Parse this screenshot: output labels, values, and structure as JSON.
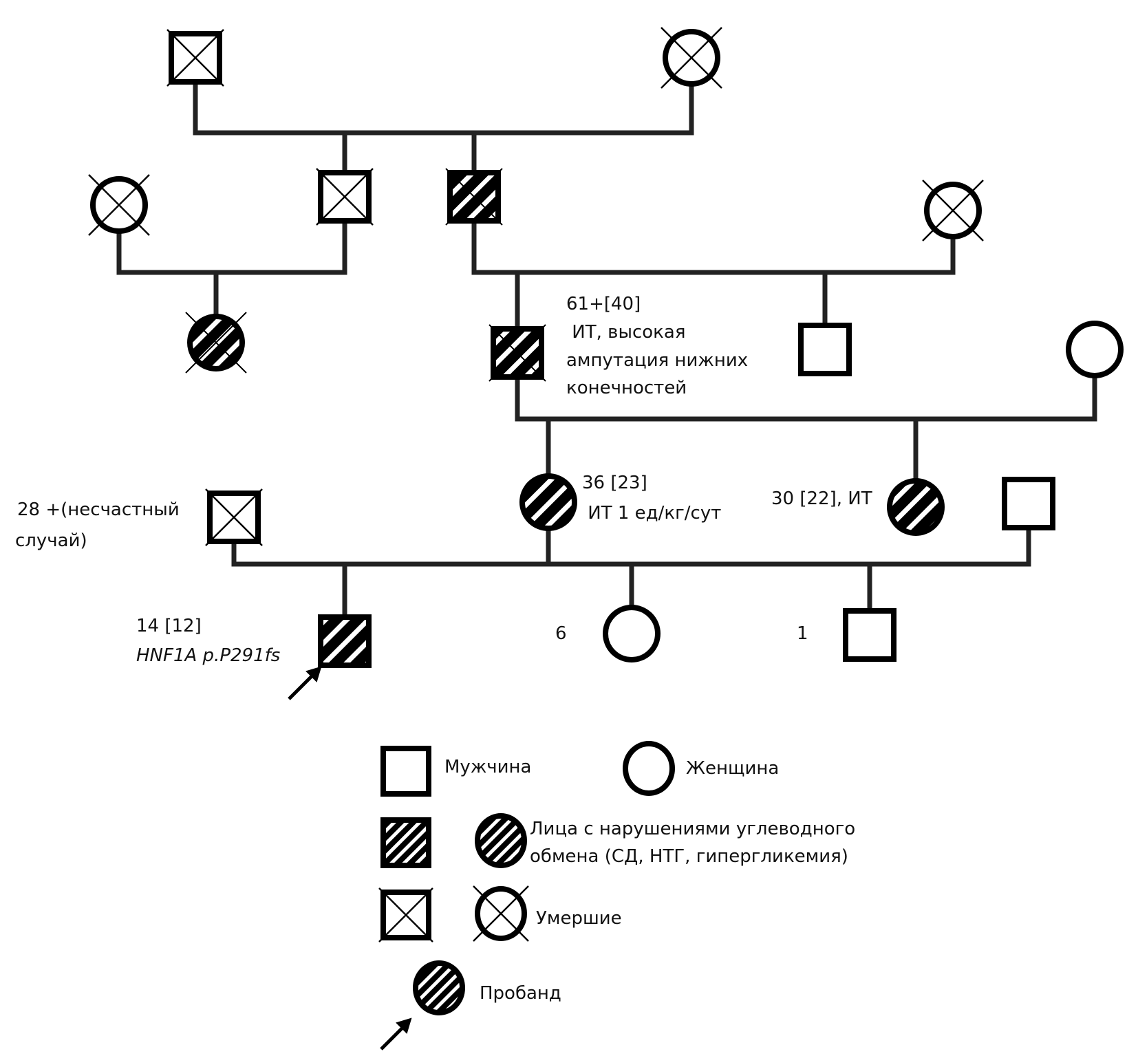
{
  "colors": {
    "line": "#000000",
    "connector": "#333333",
    "background": "#ffffff"
  },
  "individuals": [
    {
      "id": "g1_male",
      "sex": "male",
      "deceased": true,
      "affected": false,
      "label": []
    },
    {
      "id": "g1_female",
      "sex": "female",
      "deceased": true,
      "affected": false,
      "label": []
    },
    {
      "id": "g2_female_left",
      "sex": "female",
      "deceased": true,
      "affected": false,
      "label": []
    },
    {
      "id": "g2_male_left",
      "sex": "male",
      "deceased": true,
      "affected": false,
      "label": []
    },
    {
      "id": "g2_male_affected",
      "sex": "male",
      "deceased": true,
      "affected": true,
      "label": []
    },
    {
      "id": "g2_female_right",
      "sex": "female",
      "deceased": true,
      "affected": false,
      "label": []
    },
    {
      "id": "g3_female_affected",
      "sex": "female",
      "deceased": true,
      "affected": true,
      "label": []
    },
    {
      "id": "g3_male_affected",
      "sex": "male",
      "deceased": true,
      "affected": true,
      "label": [
        "61+[40]",
        " ИТ, высокая",
        "ампутация нижних",
        "конечностей"
      ]
    },
    {
      "id": "g3_male",
      "sex": "male",
      "deceased": false,
      "affected": false,
      "label": []
    },
    {
      "id": "g3_female_spouse",
      "sex": "female",
      "deceased": false,
      "affected": false,
      "label": []
    },
    {
      "id": "g4_male_spouse1",
      "sex": "male",
      "deceased": true,
      "affected": false,
      "label": [
        "28 +(несчастный",
        "случай)"
      ]
    },
    {
      "id": "g4_mother",
      "sex": "female",
      "deceased": false,
      "affected": true,
      "label": [
        "36 [23]",
        " ИТ 1 ед/кг/сут"
      ]
    },
    {
      "id": "g4_aunt",
      "sex": "female",
      "deceased": false,
      "affected": true,
      "label": [
        "30 [22], ИТ"
      ]
    },
    {
      "id": "g4_male_spouse2",
      "sex": "male",
      "deceased": false,
      "affected": false,
      "label": []
    },
    {
      "id": "g5_proband",
      "sex": "male",
      "deceased": false,
      "affected": true,
      "proband": true,
      "label": [
        "14 [12]",
        "HNF1A p.P291fs"
      ]
    },
    {
      "id": "g5_daughter",
      "sex": "female",
      "deceased": false,
      "affected": false,
      "label": [
        "6"
      ]
    },
    {
      "id": "g5_son",
      "sex": "male",
      "deceased": false,
      "affected": false,
      "label": [
        "1"
      ]
    }
  ],
  "legend": {
    "male": "Мужчина",
    "female": "Женщина",
    "affected": [
      "Лица с нарушениями углеводного",
      "обмена (СД, НТГ, гипергликемия)"
    ],
    "deceased": "Умершие",
    "proband": "Пробанд"
  }
}
